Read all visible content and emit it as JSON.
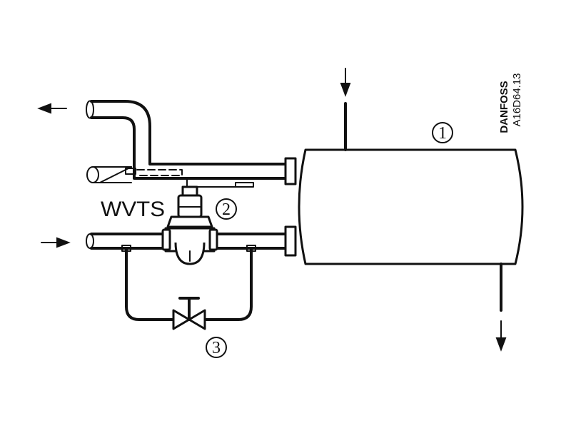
{
  "labels": {
    "valve_name": "WVTS",
    "callout_1": "1",
    "callout_2": "2",
    "callout_3": "3",
    "brand": "DANFOSS",
    "code": "A16D64.13"
  },
  "colors": {
    "line": "#111111",
    "background": "#ffffff"
  }
}
